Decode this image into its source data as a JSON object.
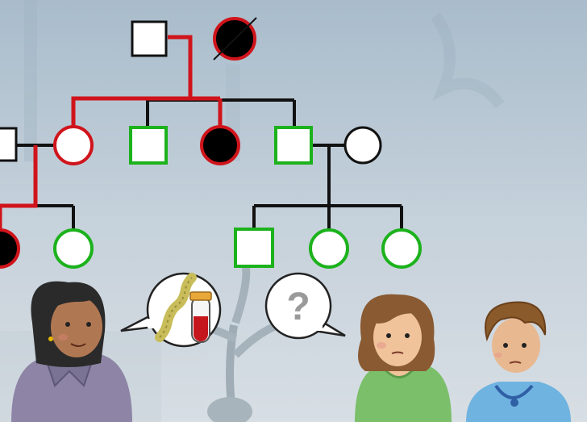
{
  "scene": {
    "sky_top": "#a9bccb",
    "sky_bottom": "#dfe5ea",
    "affected_fill": "#000000",
    "carrier_line": "#d0141b",
    "tested_negative_line": "#1cb21c",
    "unaffected_fill": "#ffffff"
  },
  "pedigree": {
    "individuals": [
      {
        "id": "grandfather",
        "sex": "male",
        "status": "unaffected"
      },
      {
        "id": "grandmother",
        "sex": "female",
        "status": "affected-deceased"
      },
      {
        "id": "daughter-1",
        "sex": "female",
        "status": "carrier"
      },
      {
        "id": "son-1",
        "sex": "male",
        "status": "negative"
      },
      {
        "id": "daughter-2",
        "sex": "female",
        "status": "affected"
      },
      {
        "id": "son-2",
        "sex": "male",
        "status": "negative"
      },
      {
        "id": "son-2-spouse",
        "sex": "female",
        "status": "unaffected"
      },
      {
        "id": "daughter-1-spouse",
        "sex": "male",
        "status": "unaffected"
      },
      {
        "id": "grandchild-1",
        "sex": "female",
        "status": "affected"
      },
      {
        "id": "grandchild-2",
        "sex": "female",
        "status": "negative"
      },
      {
        "id": "grandchild-3",
        "sex": "male",
        "status": "negative"
      },
      {
        "id": "grandchild-4",
        "sex": "female",
        "status": "negative"
      },
      {
        "id": "grandchild-5",
        "sex": "female",
        "status": "negative"
      }
    ]
  },
  "speech": {
    "left_bubble_icons": [
      "dna-icon",
      "blood-test-tube-icon"
    ],
    "right_bubble_icons": [
      "question-mark-icon"
    ],
    "question_glyph": "?"
  },
  "people": [
    {
      "id": "counselor",
      "icon": "woman-dark-hair-icon"
    },
    {
      "id": "patient",
      "icon": "woman-brown-hair-icon"
    },
    {
      "id": "companion",
      "icon": "person-curly-hair-icon"
    }
  ]
}
